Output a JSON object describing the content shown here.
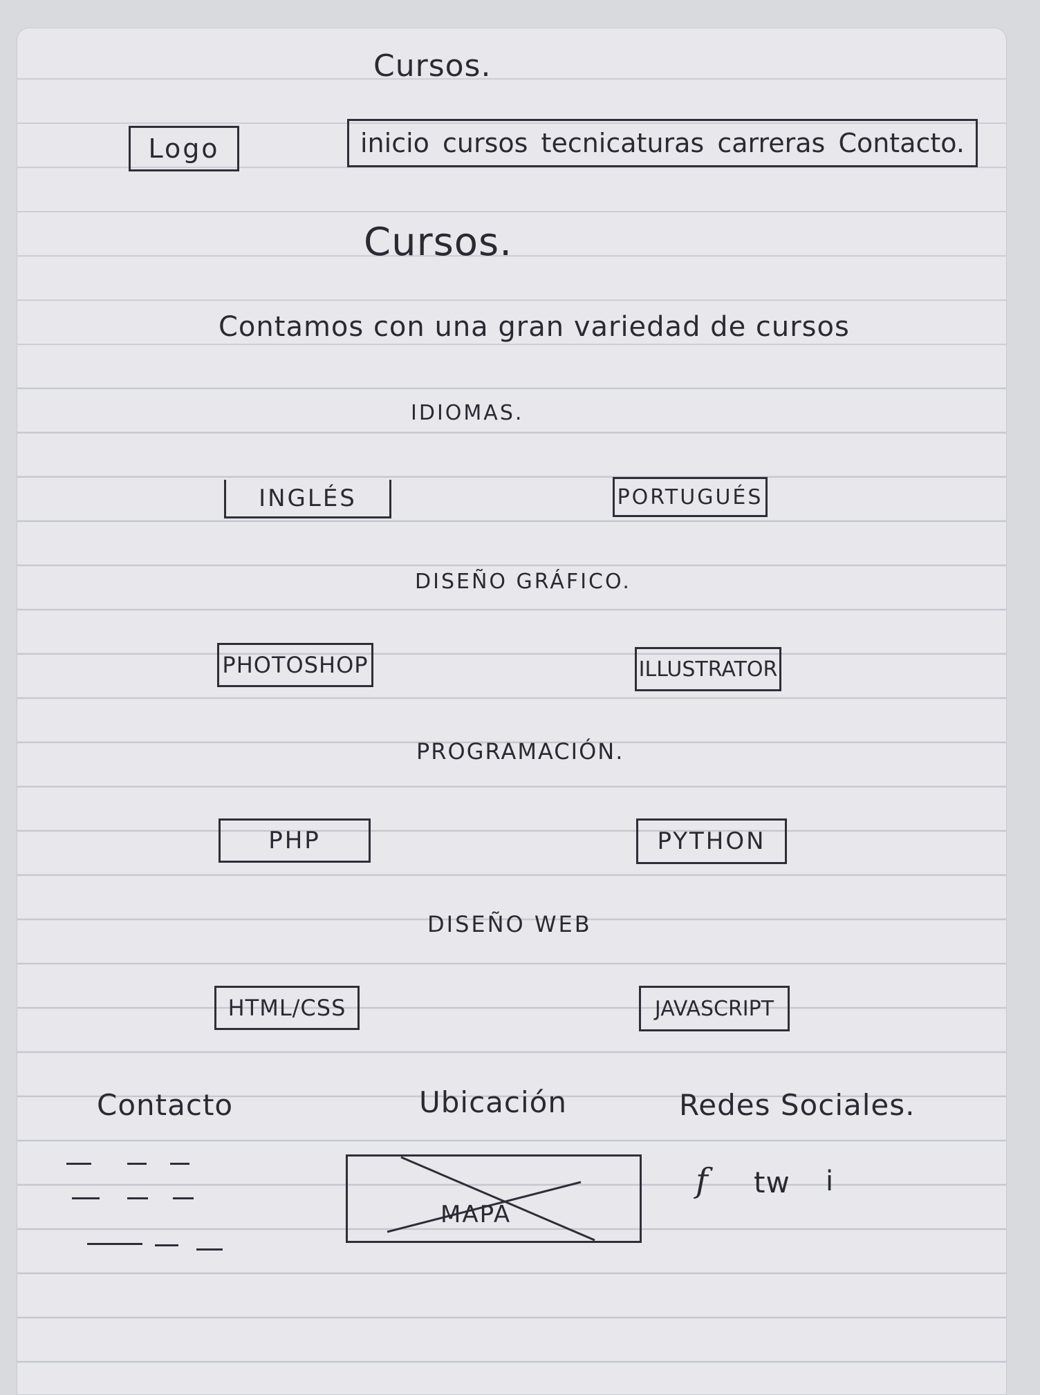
{
  "page": {
    "top_title": "Cursos."
  },
  "header": {
    "logo": "Logo",
    "nav": [
      "inicio",
      "cursos",
      "tecnicaturas",
      "carreras",
      "Contacto."
    ]
  },
  "main": {
    "title": "Cursos.",
    "subtitle": "Contamos con una gran variedad de cursos",
    "sections": [
      {
        "heading": "IDIOMAS.",
        "courses": [
          "INGLÉS",
          "PORTUGUÉS"
        ]
      },
      {
        "heading": "DISEÑO GRÁFICO.",
        "courses": [
          "PHOTOSHOP",
          "ILLUSTRATOR"
        ]
      },
      {
        "heading": "PROGRAMACIÓN.",
        "courses": [
          "PHP",
          "PYTHON"
        ]
      },
      {
        "heading": "DISEÑO WEB",
        "courses": [
          "HTML/CSS",
          "JAVASCRIPT"
        ]
      }
    ]
  },
  "footer": {
    "contact": "Contacto",
    "location": "Ubicación",
    "social": "Redes Sociales.",
    "map": "MAPA",
    "social_icons": [
      "f",
      "tw",
      "i"
    ]
  }
}
